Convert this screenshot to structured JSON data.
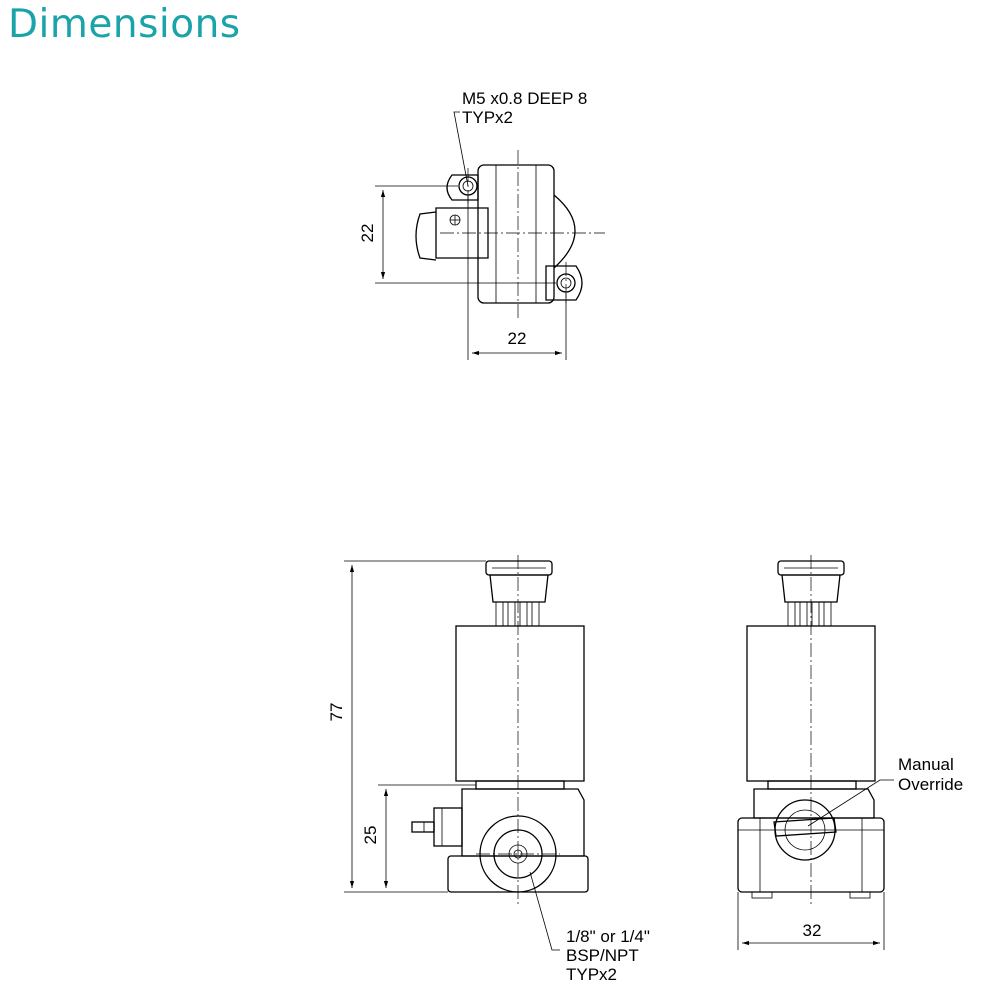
{
  "header": {
    "title": "Dimensions"
  },
  "colors": {
    "title": "#1aa3a8",
    "line": "#000000"
  },
  "top_view": {
    "thread_note_line1": "M5 x0.8 DEEP 8",
    "thread_note_line2": "TYPx2",
    "dim_vertical": "22",
    "dim_horizontal": "22"
  },
  "front_view": {
    "dim_overall_height": "77",
    "dim_base_height": "25",
    "port_note_line1": "1/8\" or 1/4\"",
    "port_note_line2": "BSP/NPT",
    "port_note_line3": "TYPx2"
  },
  "side_view": {
    "override_label_line1": "Manual",
    "override_label_line2": "Override",
    "dim_width": "32"
  }
}
